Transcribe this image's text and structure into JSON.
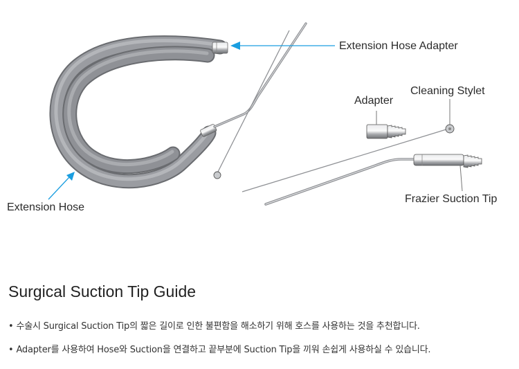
{
  "labels": {
    "extension_hose_adapter": "Extension Hose Adapter",
    "adapter": "Adapter",
    "cleaning_stylet": "Cleaning Stylet",
    "frazier_suction_tip": "Frazier Suction Tip",
    "extension_hose": "Extension Hose"
  },
  "guide": {
    "title": "Surgical Suction Tip Guide",
    "bullets": [
      "수술시 Surgical Suction Tip의 짧은 길이로 인한 불편함을 해소하기 위해 호스를 사용하는 것을 추천합니다.",
      "Adapter를 사용하여 Hose와 Suction을 연결하고 끝부분에  Suction Tip을 끼워 손쉽게 사용하실 수 있습니다."
    ]
  },
  "colors": {
    "hose": "#8f9196",
    "metal": "#b9bbbe",
    "arrow": "#1a9ee0"
  }
}
